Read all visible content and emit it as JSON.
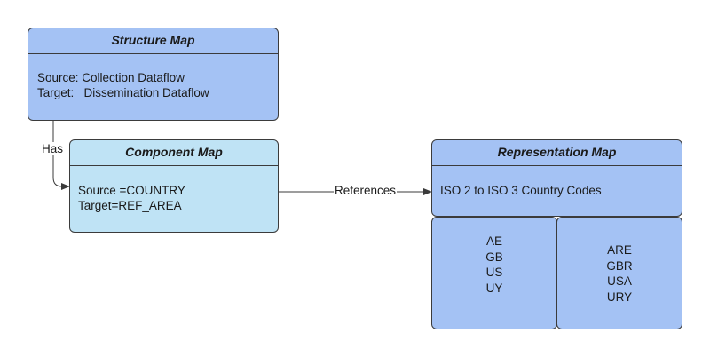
{
  "structure_map": {
    "title": "Structure Map",
    "lines": [
      "Source: Collection Dataflow",
      "Target:   Dissemination Dataflow"
    ]
  },
  "component_map": {
    "title": "Component Map",
    "lines": [
      "Source =COUNTRY",
      "Target=REF_AREA"
    ]
  },
  "representation_map": {
    "title": "Representation Map",
    "description": "ISO 2 to ISO 3 Country Codes",
    "source_codes": [
      "AE",
      "GB",
      "US",
      "UY"
    ],
    "target_codes": [
      "ARE",
      "GBR",
      "USA",
      "URY"
    ]
  },
  "edges": {
    "has_label": "Has",
    "references_label": "References"
  },
  "colors": {
    "primary_box": "#a4c2f4",
    "secondary_box": "#bfe3f5",
    "stroke": "#3b3b3b"
  }
}
